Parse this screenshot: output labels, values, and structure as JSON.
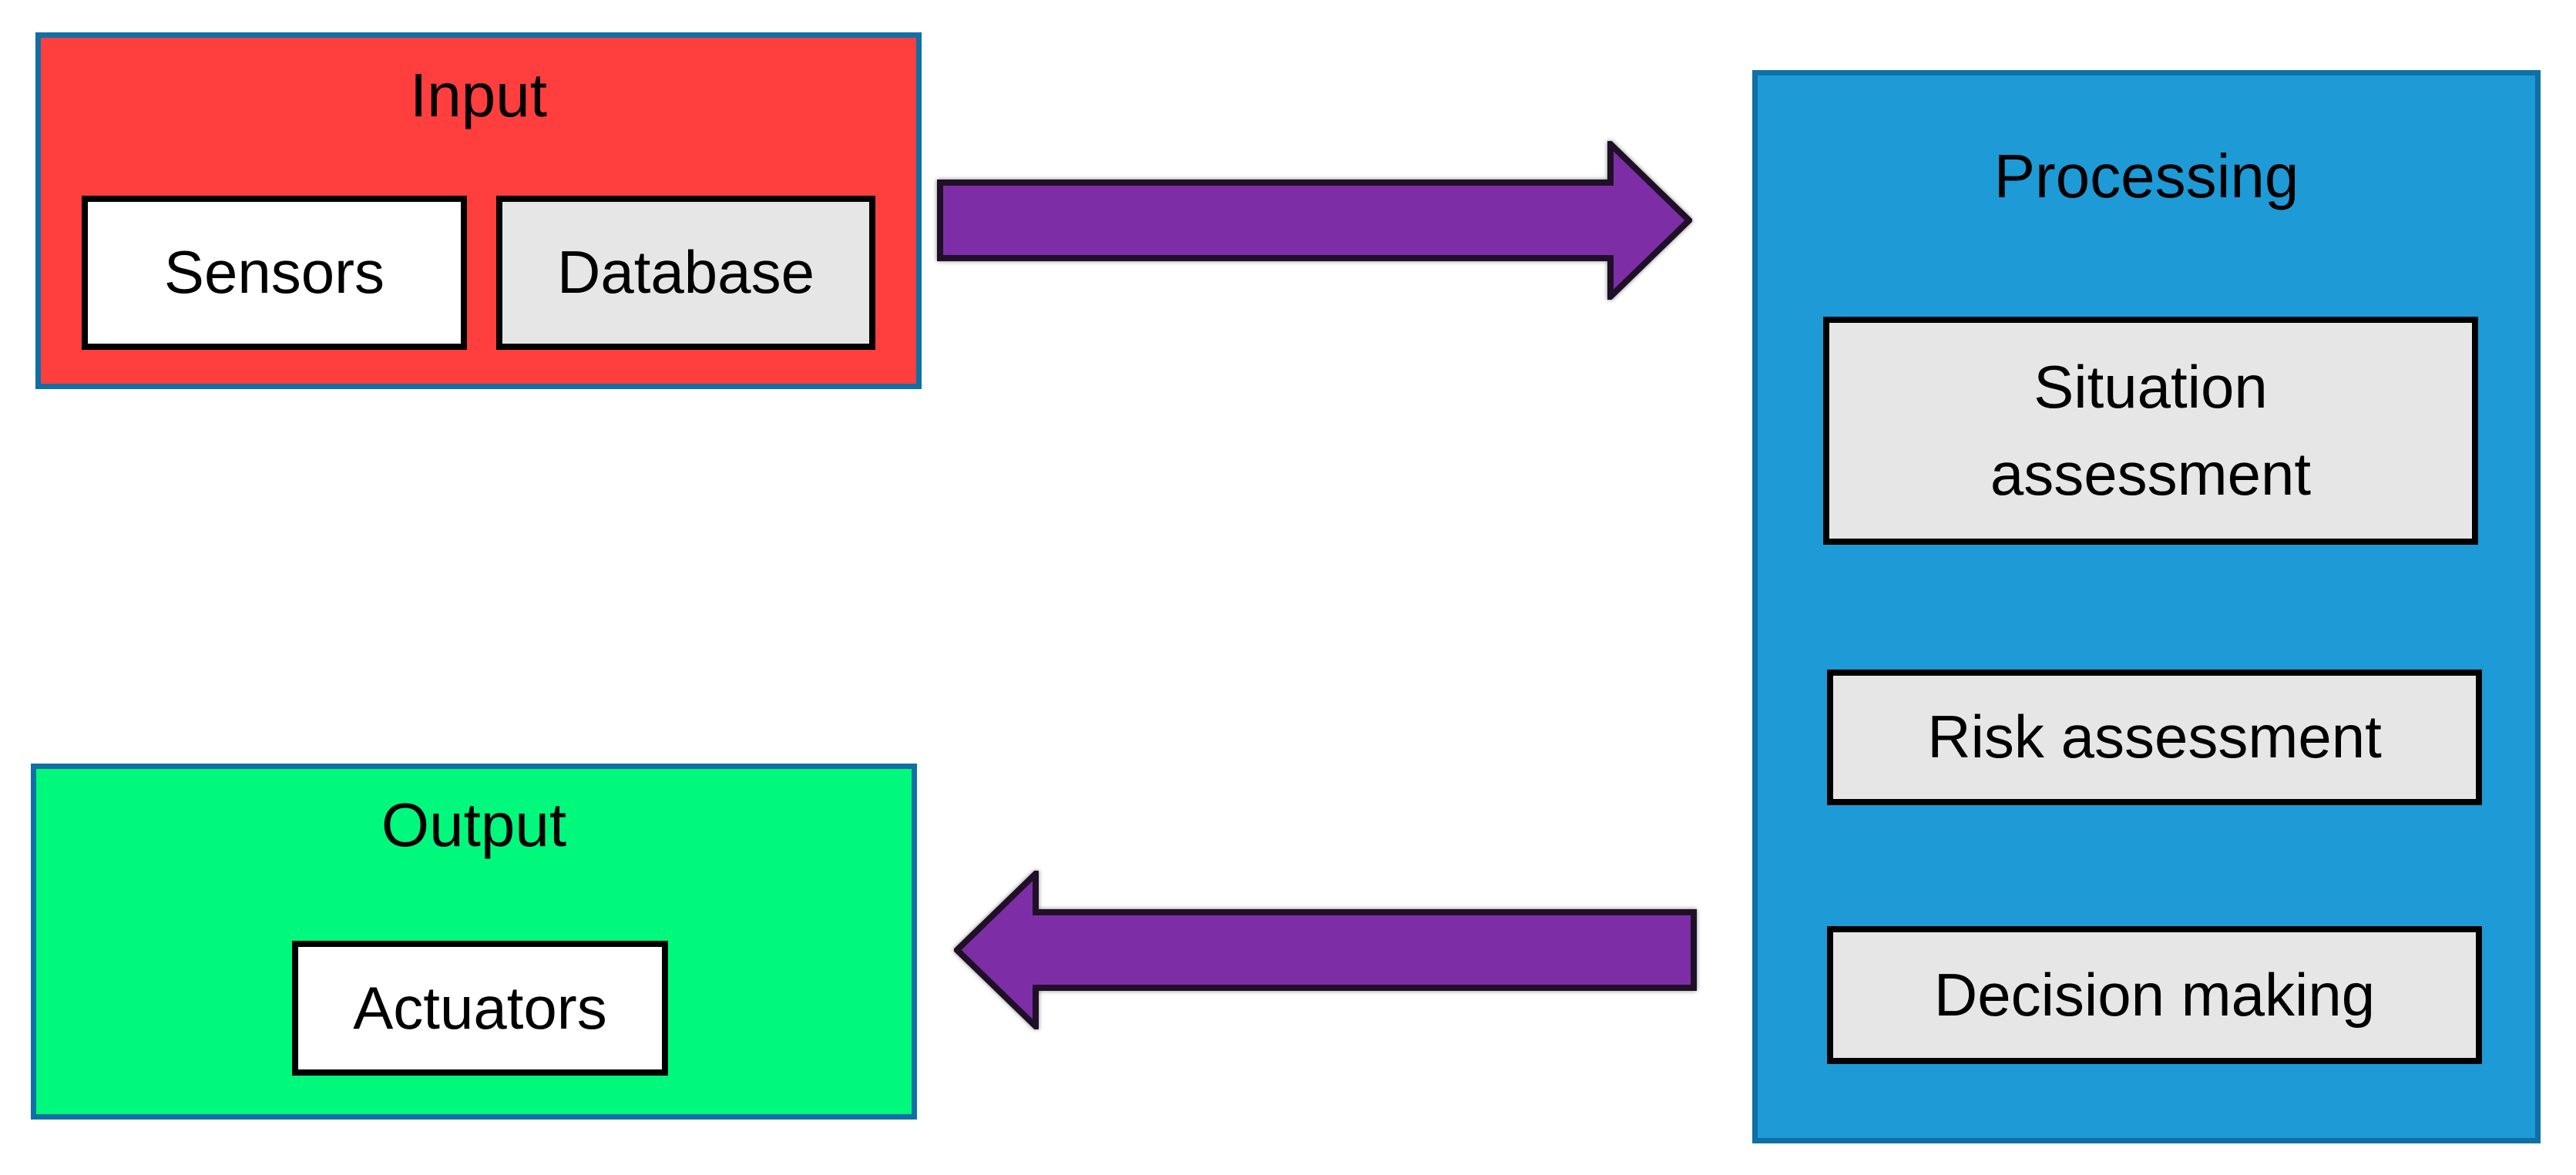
{
  "diagram": {
    "background_color": "#FFFFFF",
    "group_border_color": "#0E70A4",
    "node_border_color": "#000000",
    "groups": [
      {
        "id": "input",
        "title": "Input",
        "fill_color": "#FF3E3E",
        "children": [
          {
            "label": "Sensors",
            "fill_color": "#FFFFFF"
          },
          {
            "label": "Database",
            "fill_color": "#E6E6E6"
          }
        ]
      },
      {
        "id": "processing",
        "title": "Processing",
        "fill_color": "#1E9AD6",
        "children": [
          {
            "label": "Situation assessment",
            "fill_color": "#E6E6E6"
          },
          {
            "label": "Risk assessment",
            "fill_color": "#E6E6E6"
          },
          {
            "label": "Decision making",
            "fill_color": "#E6E6E6"
          }
        ]
      },
      {
        "id": "output",
        "title": "Output",
        "fill_color": "#00F97C",
        "children": [
          {
            "label": "Actuators",
            "fill_color": "#FFFFFF"
          }
        ]
      }
    ],
    "arrows": [
      {
        "id": "input-to-processing",
        "direction": "right",
        "fill_color": "#7D2EA6",
        "outline_color": "#1F1028"
      },
      {
        "id": "processing-to-output",
        "direction": "left",
        "fill_color": "#7D2EA6",
        "outline_color": "#1F1028"
      }
    ]
  }
}
